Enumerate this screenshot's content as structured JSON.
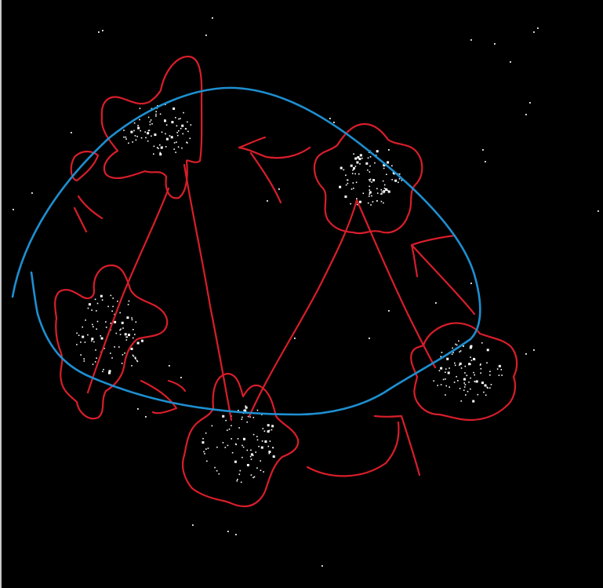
{
  "colors": {
    "background": "#000000",
    "frame_edge": "#c8c8c8",
    "annotation_red": "#d81e2a",
    "orbit_blue": "#1e8fd0",
    "star_white": "#ffffff"
  },
  "figure": {
    "description_kind": "hand-drawn annotation over a star field",
    "cluster_count": 6,
    "arrow_count": 7,
    "orbit_count": 1
  }
}
